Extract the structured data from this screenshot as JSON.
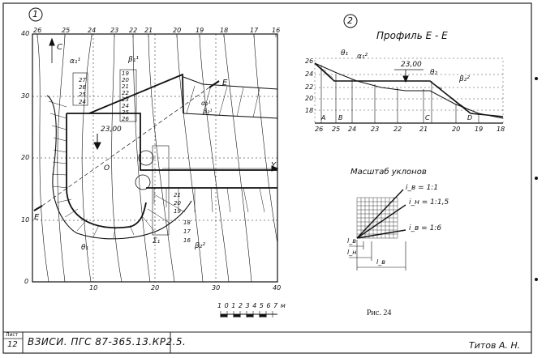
{
  "plan": {
    "number": "1",
    "top_axis": [
      "26",
      "25",
      "24",
      "23",
      "22",
      "21",
      "20",
      "19",
      "18",
      "17",
      "16"
    ],
    "left_axis": [
      "40",
      "30",
      "20",
      "10",
      "0"
    ],
    "bottom_axis": [
      "10",
      "20",
      "30",
      "40"
    ],
    "level_label": "23,00",
    "y_axis": "Y",
    "x_axis": "C",
    "origin": "O",
    "section_mark": "E",
    "slope_labels": [
      "α₁¹",
      "β₁¹",
      "α₂¹",
      "β₂¹",
      "θ₁",
      "Σ₁",
      "β₂²"
    ],
    "stair_marks_top": [
      "27",
      "26",
      "25",
      "24"
    ],
    "stair_marks_mid": [
      "19",
      "20",
      "21",
      "22",
      "23",
      "24",
      "25",
      "26"
    ],
    "stair_marks_bottom": [
      "21",
      "20",
      "19",
      "18",
      "17",
      "16"
    ]
  },
  "profile": {
    "number": "2",
    "title": "Профиль Е - Е",
    "level_label": "23,00",
    "left_axis": [
      "26",
      "24",
      "22",
      "20",
      "18"
    ],
    "bottom_axis": [
      "26",
      "25",
      "24",
      "23",
      "22",
      "21",
      "20",
      "19",
      "18"
    ],
    "point_labels": [
      "A",
      "B",
      "C",
      "D"
    ],
    "slope_labels": [
      "θ₁",
      "α₁²",
      "θ₂",
      "β₂²"
    ]
  },
  "slope_scale": {
    "title": "Масштаб уклонов",
    "lines": [
      "i_в = 1:1",
      "i_н = 1:1,5",
      "i_в = 1:6"
    ],
    "dims": [
      "l_в",
      "l_н",
      "l_в"
    ]
  },
  "scale_bar": {
    "text": "1 0 1 2 3 4 5 6 7 м"
  },
  "figure_caption": "Рис. 24",
  "sheet_label": "Лист",
  "sheet_number": "12",
  "doc_code": "ВЗИСИ. ПГС 87-365.13.КР2.5.",
  "author": "Титов А. Н."
}
